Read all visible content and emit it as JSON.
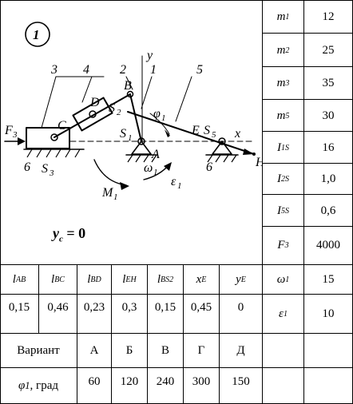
{
  "title": {
    "number": "1",
    "yc_label": "y",
    "yc_sub": "c",
    "yc_value": "= 0"
  },
  "diagram_labels": {
    "n3": "3",
    "n4": "4",
    "n2": "2",
    "n1": "1",
    "n5": "5",
    "y": "y",
    "B": "B",
    "D": "D",
    "S2": "S",
    "S2sub": "2",
    "phi1": "φ",
    "phi1sub": "1",
    "F3": "F",
    "F3sub": "3",
    "C": "C",
    "S1": "S",
    "S1sub": "1",
    "E": "E",
    "S5": "S",
    "S5sub": "5",
    "x": "x",
    "A": "A",
    "H": "H",
    "n6a": "6",
    "n6b": "6",
    "S3": "S",
    "S3sub": "3",
    "omega1": "ω",
    "omega1sub": "1",
    "M1": "M",
    "M1sub": "1",
    "eps1": "ε",
    "eps1sub": "1"
  },
  "right_table": [
    {
      "sym": "m",
      "sub": "1",
      "value": "12"
    },
    {
      "sym": "m",
      "sub": "2",
      "value": "25"
    },
    {
      "sym": "m",
      "sub": "3",
      "value": "35"
    },
    {
      "sym": "m",
      "sub": "5",
      "value": "30"
    },
    {
      "sym": "I",
      "sub": "1S",
      "value": "16"
    },
    {
      "sym": "I",
      "sub": "2S",
      "value": "1,0"
    },
    {
      "sym": "I",
      "sub": "5S",
      "value": "0,6"
    },
    {
      "sym": "F",
      "sub": "3",
      "value": "4000"
    },
    {
      "sym": "ω",
      "sub": "1",
      "value": "15"
    },
    {
      "sym": "ε",
      "sub": "1",
      "value": "10"
    }
  ],
  "bottom_headers": [
    {
      "sym": "l",
      "sub": "AB"
    },
    {
      "sym": "l",
      "sub": "BC"
    },
    {
      "sym": "l",
      "sub": "BD"
    },
    {
      "sym": "l",
      "sub": "EH"
    },
    {
      "sym": "l",
      "sub": "BS2"
    },
    {
      "sym": "x",
      "sub": "E"
    },
    {
      "sym": "y",
      "sub": "E"
    }
  ],
  "bottom_values": [
    "0,15",
    "0,46",
    "0,23",
    "0,3",
    "0,15",
    "0,45",
    "0"
  ],
  "variant_row": {
    "label": "Вариант",
    "items": [
      "А",
      "Б",
      "В",
      "Г",
      "Д"
    ]
  },
  "phi_row": {
    "sym": "φ",
    "sub": "1",
    "unit": ", град",
    "items": [
      "60",
      "120",
      "240",
      "300",
      "150"
    ]
  }
}
